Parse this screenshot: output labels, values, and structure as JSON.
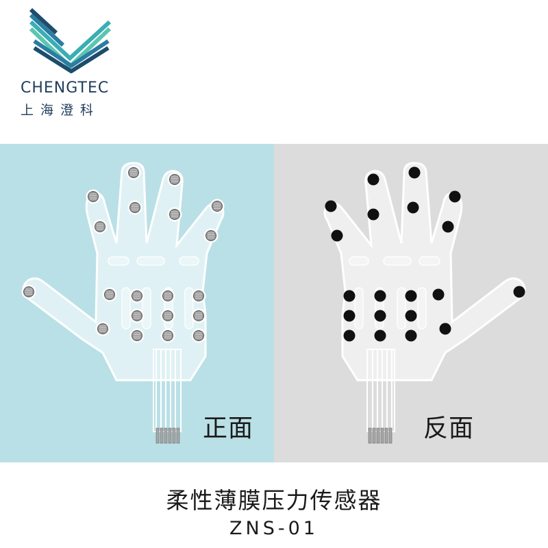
{
  "brand": {
    "name_en": "CHENGTEC",
    "name_cn": "上海澄科",
    "logo_colors": [
      "#1d4d6b",
      "#2b7da3",
      "#3aaeb5",
      "#5bc6b0"
    ]
  },
  "panels": {
    "front": {
      "label": "正面",
      "background": "#b9e0e6",
      "sensor_style": "printed-sensor"
    },
    "back": {
      "label": "反面",
      "background": "#dcdcdc",
      "sensor_style": "black-dot"
    }
  },
  "product": {
    "title": "柔性薄膜压力传感器",
    "model": "ZNS-01"
  },
  "icons": [
    "chengtec-logo-icon",
    "hand-sensor-front-icon",
    "hand-sensor-back-icon",
    "connector-pins-icon"
  ]
}
